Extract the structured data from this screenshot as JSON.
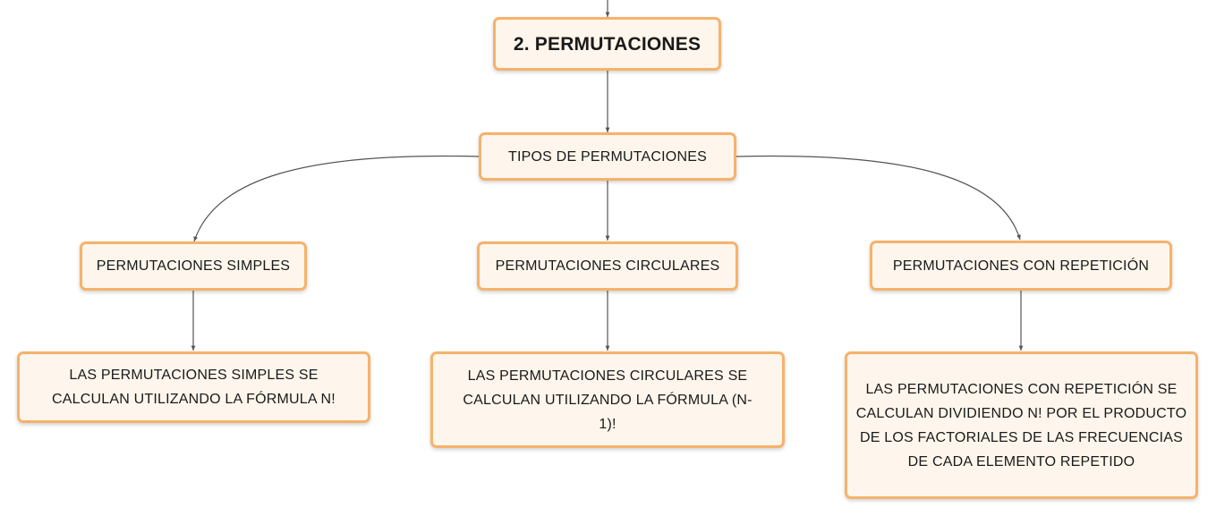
{
  "nodes": {
    "root": "2. PERMUTACIONES",
    "types": "TIPOS DE PERMUTACIONES",
    "simple": "PERMUTACIONES SIMPLES",
    "circular": "PERMUTACIONES CIRCULARES",
    "repetition": "PERMUTACIONES CON REPETICIÓN",
    "simple_desc": "LAS PERMUTACIONES SIMPLES SE CALCULAN UTILIZANDO LA FÓRMULA N!",
    "circular_desc": "LAS PERMUTACIONES CIRCULARES SE CALCULAN UTILIZANDO LA FÓRMULA (N-1)!",
    "repetition_desc": "LAS PERMUTACIONES CON REPETICIÓN SE CALCULAN DIVIDIENDO N! POR EL PRODUCTO DE LOS FACTORIALES DE LAS FRECUENCIAS DE CADA ELEMENTO REPETIDO"
  },
  "colors": {
    "node_fill": "#fef6ec",
    "node_border": "#f6b26b",
    "connector": "#555555"
  }
}
